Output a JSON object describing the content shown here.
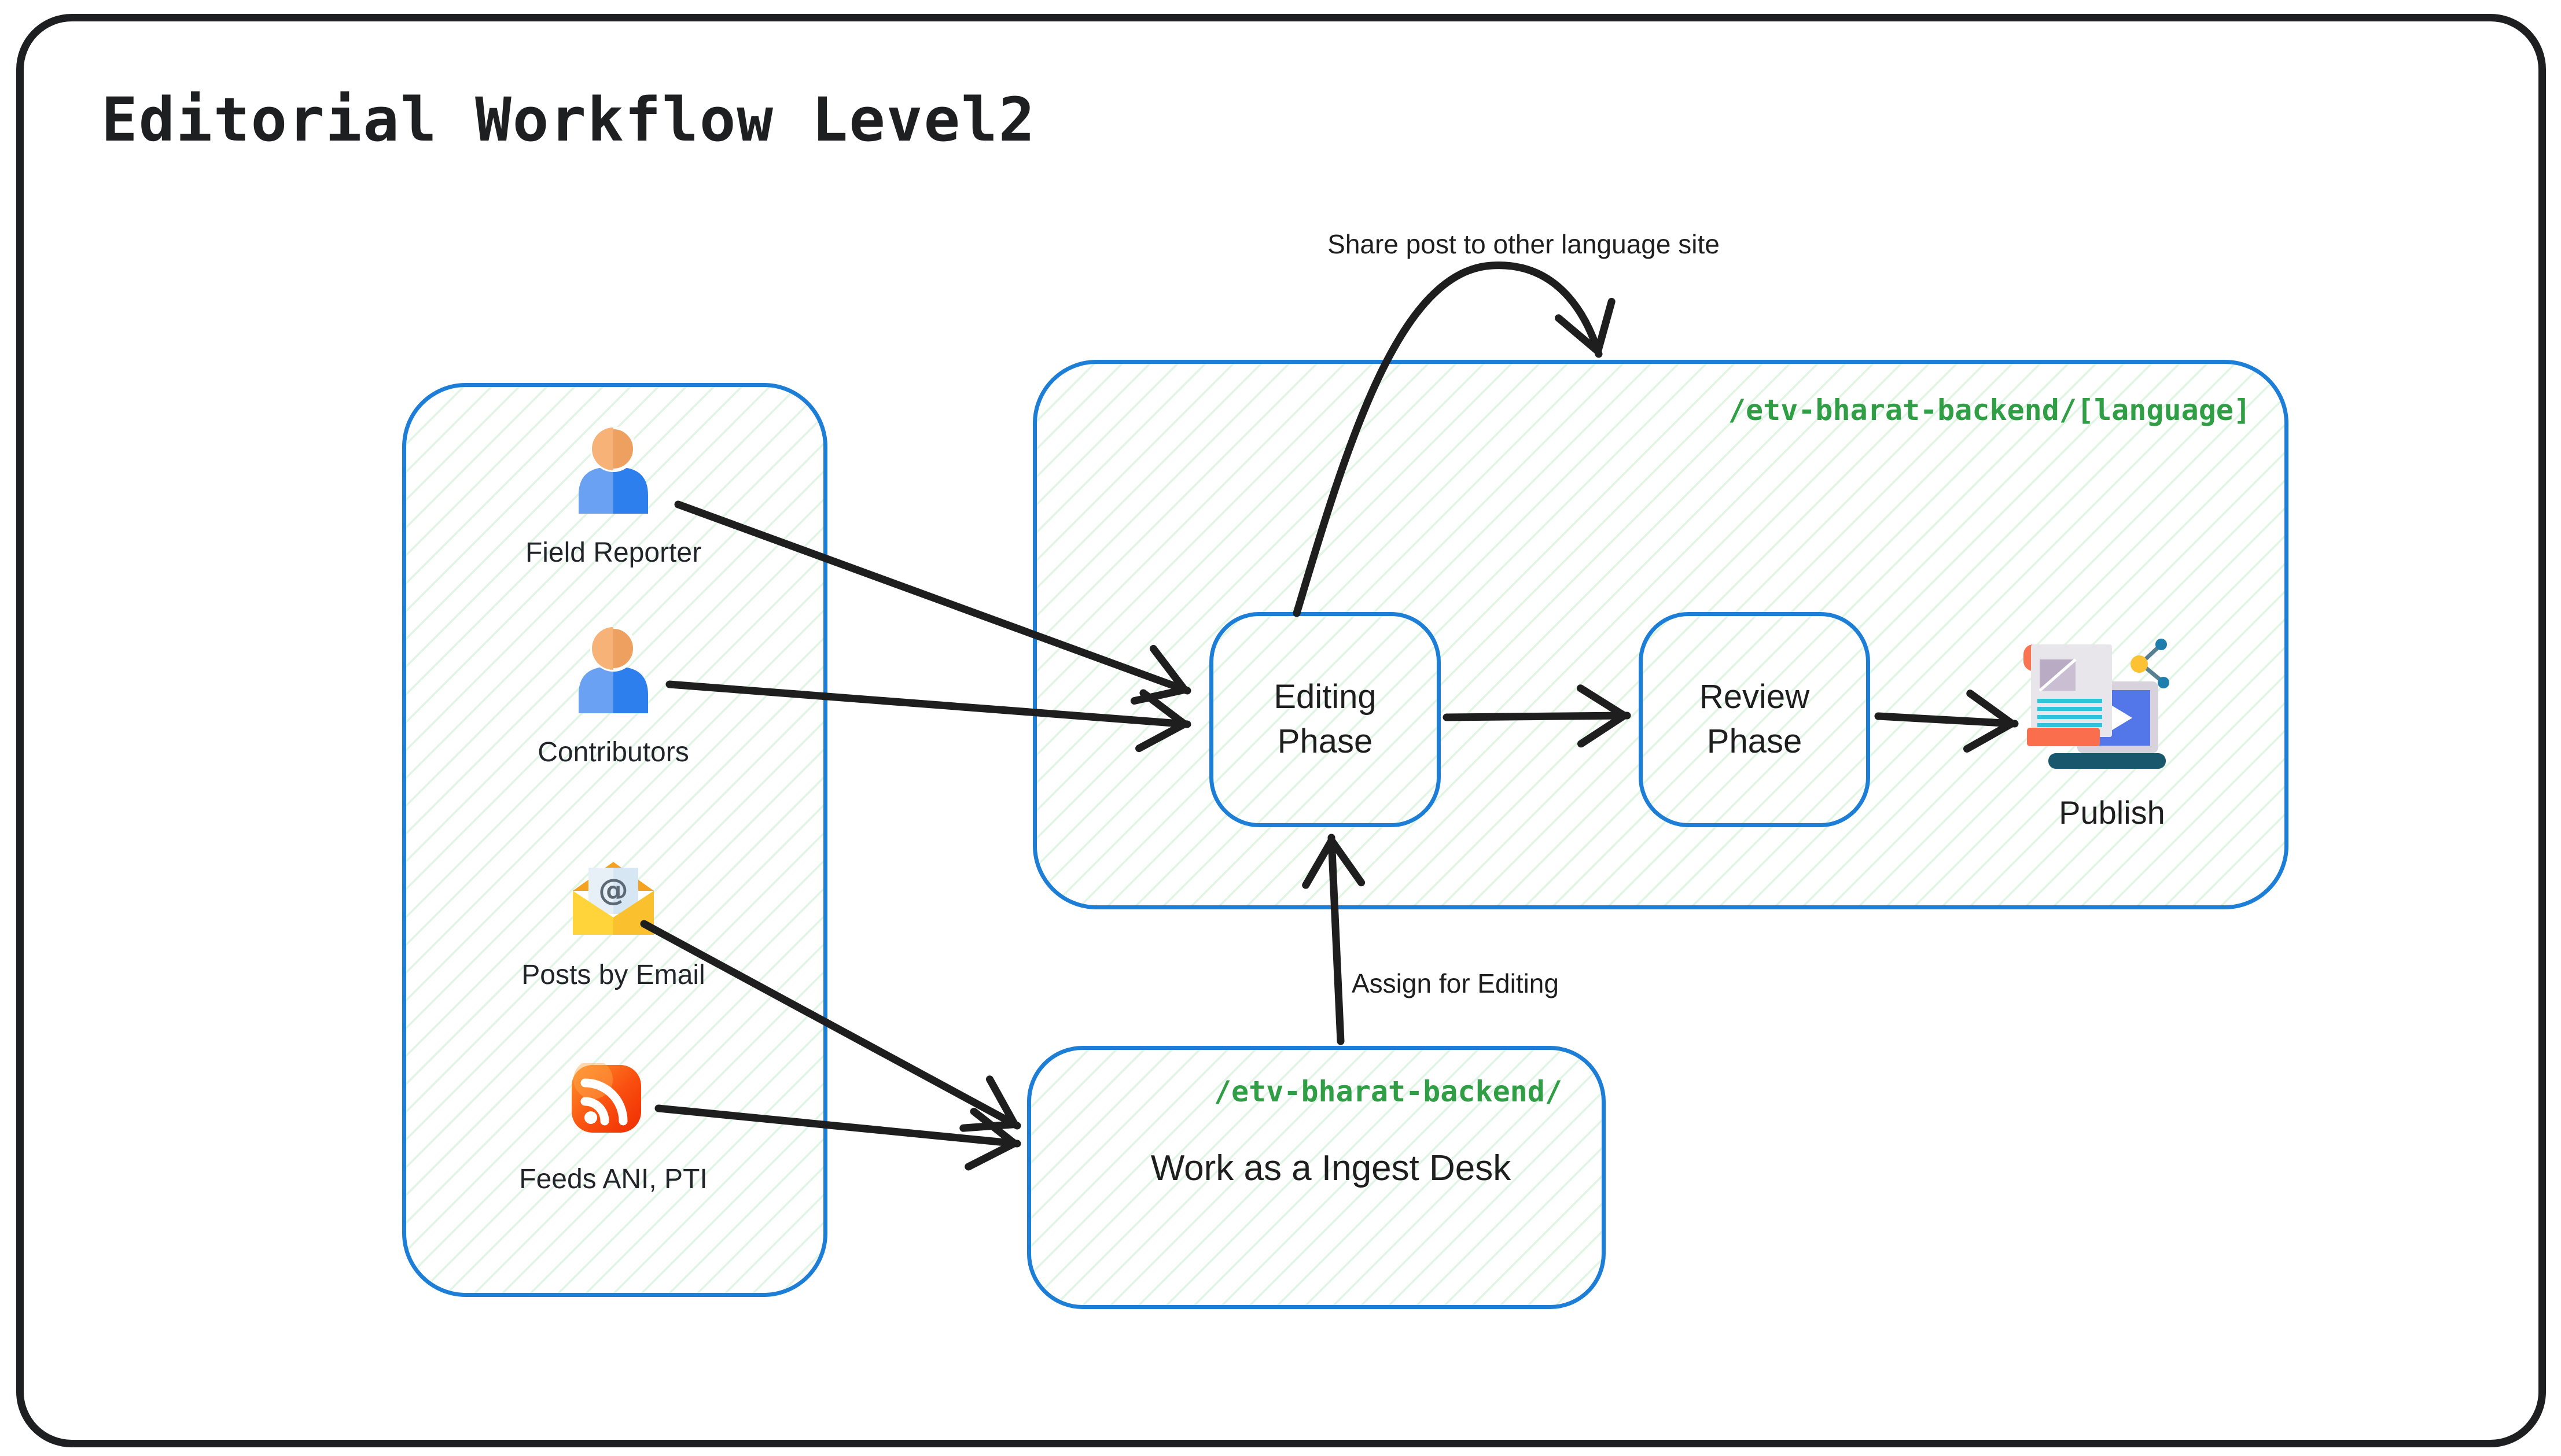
{
  "title": "Editorial Workflow Level2",
  "colors": {
    "frame_border": "#1d1f21",
    "panel_border": "#1c7ed6",
    "path_text_green": "#2f9e44",
    "ink": "#1e1e1e",
    "hatch_green": "#40c057"
  },
  "actors_panel": {
    "items": [
      {
        "label": "Field Reporter",
        "icon": "person-icon"
      },
      {
        "label": "Contributors",
        "icon": "person-icon"
      },
      {
        "label": "Posts by Email",
        "icon": "email-icon"
      },
      {
        "label": "Feeds ANI, PTI",
        "icon": "rss-icon"
      }
    ]
  },
  "backend_panel": {
    "path_label": "/etv-bharat-backend/[language]",
    "editing_phase_label": "Editing Phase",
    "review_phase_label": "Review Phase",
    "publish_label": "Publish",
    "publish_icon": "publish-laptop-icon"
  },
  "ingest_box": {
    "path_label": "/etv-bharat-backend/",
    "label": "Work as a Ingest Desk"
  },
  "annotations": {
    "share_arrow_label": "Share post to other language site",
    "assign_arrow_label": "Assign for Editing"
  }
}
